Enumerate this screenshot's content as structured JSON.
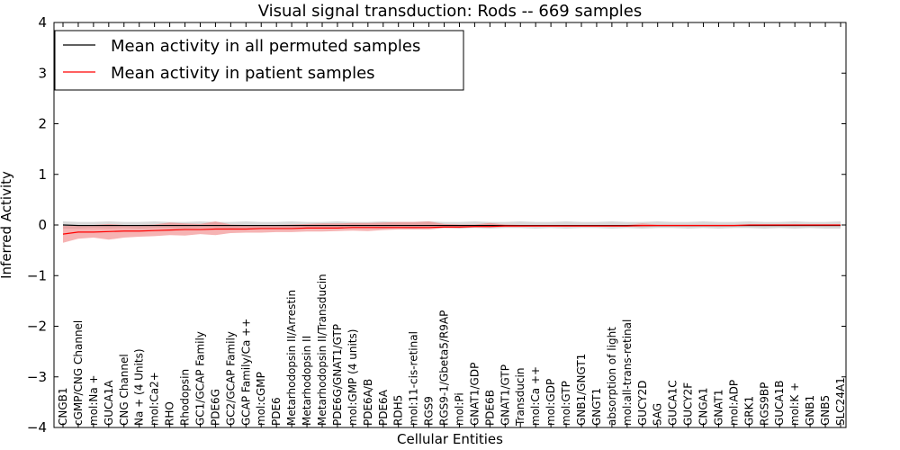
{
  "chart_data": {
    "type": "line",
    "title": "Visual signal transduction: Rods -- 669 samples",
    "xlabel": "Cellular Entities",
    "ylabel": "Inferred Activity",
    "ylim": [
      -4,
      4
    ],
    "yticks": [
      "−4",
      "−3",
      "−2",
      "−1",
      "0",
      "1",
      "2",
      "3",
      "4"
    ],
    "grid": false,
    "legend_position": "top-left",
    "categories": [
      "CNGB1",
      "cGMP/CNG Channel",
      "mol:Na +",
      "GUCA1A",
      "CNG Channel",
      "Na + (4 Units)",
      "mol:Ca2+",
      "RHO",
      "Rhodopsin",
      "GC1/GCAP Family",
      "PDE6G",
      "GC2/GCAP Family",
      "GCAP Family/Ca ++",
      "mol:cGMP",
      "PDE6",
      "Metarhodopsin II/Arrestin",
      "Metarhodopsin II",
      "Metarhodopsin II/Transducin",
      "PDE6G/GNAT1/GTP",
      "mol:GMP (4 units)",
      "PDE6A/B",
      "PDE6A",
      "RDH5",
      "mol:11-cis-retinal",
      "RGS9",
      "RGS9-1/Gbeta5/R9AP",
      "mol:Pi",
      "GNAT1/GDP",
      "PDE6B",
      "GNAT1/GTP",
      "Transducin",
      "mol:Ca ++",
      "mol:GDP",
      "mol:GTP",
      "GNB1/GNGT1",
      "GNGT1",
      "absorption of light",
      "mol:all-trans-retinal",
      "GUCY2D",
      "SAG",
      "GUCA1C",
      "GUCY2F",
      "CNGA1",
      "GNAT1",
      "mol:ADP",
      "GRK1",
      "RGS9BP",
      "GUCA1B",
      "mol:K +",
      "GNB1",
      "GNB5",
      "SLC24A1"
    ],
    "series": [
      {
        "name": "Mean activity in all permuted samples",
        "color": "#000000",
        "band_color": "#a0a0a0",
        "values": [
          0.0,
          -0.01,
          -0.01,
          -0.01,
          -0.01,
          -0.01,
          -0.01,
          -0.01,
          -0.01,
          -0.01,
          -0.01,
          -0.01,
          -0.01,
          -0.01,
          -0.01,
          -0.01,
          -0.01,
          -0.01,
          -0.01,
          -0.01,
          -0.01,
          -0.01,
          -0.01,
          -0.01,
          -0.01,
          -0.01,
          -0.01,
          -0.01,
          -0.01,
          -0.01,
          -0.01,
          -0.01,
          -0.01,
          -0.01,
          -0.01,
          -0.01,
          -0.01,
          -0.01,
          -0.01,
          -0.01,
          -0.01,
          -0.01,
          -0.01,
          -0.01,
          -0.01,
          -0.01,
          -0.01,
          -0.01,
          -0.01,
          -0.01,
          -0.01,
          -0.01
        ],
        "lower": [
          -0.07,
          -0.07,
          -0.06,
          -0.07,
          -0.06,
          -0.07,
          -0.06,
          -0.06,
          -0.07,
          -0.06,
          -0.06,
          -0.07,
          -0.06,
          -0.07,
          -0.06,
          -0.06,
          -0.07,
          -0.06,
          -0.07,
          -0.06,
          -0.06,
          -0.07,
          -0.06,
          -0.07,
          -0.06,
          -0.06,
          -0.07,
          -0.06,
          -0.07,
          -0.06,
          -0.06,
          -0.07,
          -0.06,
          -0.07,
          -0.06,
          -0.06,
          -0.07,
          -0.06,
          -0.07,
          -0.06,
          -0.06,
          -0.07,
          -0.06,
          -0.07,
          -0.06,
          -0.06,
          -0.07,
          -0.06,
          -0.07,
          -0.06,
          -0.07,
          -0.07
        ],
        "upper": [
          0.07,
          0.06,
          0.06,
          0.07,
          0.06,
          0.06,
          0.07,
          0.06,
          0.06,
          0.07,
          0.06,
          0.06,
          0.07,
          0.06,
          0.06,
          0.07,
          0.06,
          0.06,
          0.07,
          0.06,
          0.06,
          0.07,
          0.06,
          0.06,
          0.07,
          0.06,
          0.06,
          0.07,
          0.06,
          0.06,
          0.07,
          0.06,
          0.06,
          0.07,
          0.06,
          0.06,
          0.07,
          0.06,
          0.06,
          0.07,
          0.06,
          0.06,
          0.07,
          0.06,
          0.06,
          0.07,
          0.06,
          0.06,
          0.07,
          0.06,
          0.06,
          0.07
        ]
      },
      {
        "name": "Mean activity in patient samples",
        "color": "#ff0000",
        "band_color": "#f08080",
        "values": [
          -0.18,
          -0.14,
          -0.14,
          -0.13,
          -0.12,
          -0.12,
          -0.11,
          -0.1,
          -0.09,
          -0.09,
          -0.08,
          -0.08,
          -0.08,
          -0.07,
          -0.07,
          -0.07,
          -0.06,
          -0.06,
          -0.06,
          -0.05,
          -0.05,
          -0.05,
          -0.05,
          -0.05,
          -0.05,
          -0.04,
          -0.04,
          -0.03,
          -0.03,
          -0.02,
          -0.02,
          -0.02,
          -0.02,
          -0.02,
          -0.02,
          -0.02,
          -0.02,
          -0.02,
          -0.01,
          -0.01,
          -0.01,
          -0.01,
          -0.01,
          -0.01,
          -0.01,
          0.0,
          0.0,
          0.0,
          0.0,
          0.0,
          0.0,
          0.0
        ],
        "lower": [
          -0.35,
          -0.27,
          -0.25,
          -0.29,
          -0.25,
          -0.23,
          -0.22,
          -0.2,
          -0.21,
          -0.18,
          -0.2,
          -0.16,
          -0.15,
          -0.15,
          -0.14,
          -0.14,
          -0.13,
          -0.13,
          -0.12,
          -0.11,
          -0.12,
          -0.1,
          -0.09,
          -0.09,
          -0.09,
          -0.06,
          -0.06,
          -0.05,
          -0.05,
          -0.04,
          -0.04,
          -0.03,
          -0.03,
          -0.03,
          -0.03,
          -0.03,
          -0.03,
          -0.03,
          -0.04,
          -0.03,
          -0.03,
          -0.03,
          -0.03,
          -0.03,
          -0.03,
          -0.02,
          -0.02,
          -0.02,
          -0.02,
          -0.02,
          -0.02,
          -0.02
        ],
        "upper": [
          -0.02,
          -0.01,
          0.0,
          0.02,
          0.0,
          0.0,
          0.01,
          0.05,
          0.03,
          0.02,
          0.07,
          0.01,
          0.0,
          0.0,
          0.0,
          0.01,
          0.02,
          0.03,
          0.03,
          0.04,
          0.04,
          0.05,
          0.06,
          0.06,
          0.07,
          0.02,
          0.01,
          0.01,
          0.04,
          0.01,
          0.0,
          0.0,
          0.0,
          0.0,
          0.0,
          0.0,
          0.0,
          0.0,
          0.03,
          0.01,
          0.01,
          0.01,
          0.01,
          0.01,
          0.01,
          0.01,
          0.01,
          0.01,
          0.01,
          0.01,
          0.01,
          0.01
        ]
      }
    ]
  }
}
